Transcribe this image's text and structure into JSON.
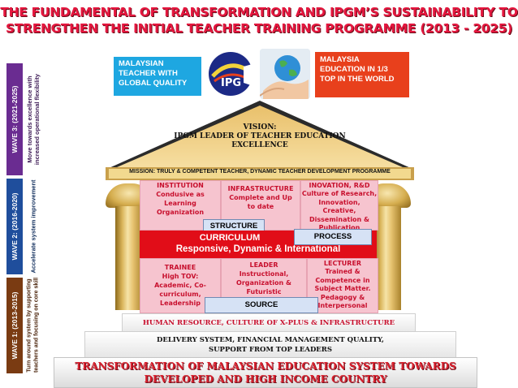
{
  "title": {
    "line1": "THE FUNDAMENTAL OF TRANSFORMATION AND IPGM’S SUSTAINABILITY  TO",
    "line2": "STRENGTHEN THE INITIAL TEACHER TRAINING PROGRAMME (2013 - 2025)"
  },
  "waves": [
    {
      "label": "WAVE 3: (2021-2025)",
      "desc1": "Move towards excellence with",
      "desc2": "increased operational flexibility",
      "color": "#6a2c91"
    },
    {
      "label": "WAVE 2: (2016-2020)",
      "desc1": "Accelerate system improvement",
      "desc2": "",
      "color": "#1f4e9c"
    },
    {
      "label": "WAVE 1: (2013-2015)",
      "desc1": "Turn around system by supporting",
      "desc2": "teachers and focusing on core skills",
      "color": "#7a3b12"
    }
  ],
  "top_boxes": {
    "left": "MALAYSIAN TEACHER WITH GLOBAL QUALITY",
    "right": "MALAYSIA EDUCATION IN 1/3 TOP IN THE WORLD",
    "logo_text": "IPG",
    "left_color": "#1ea7e1",
    "right_color": "#e8401c"
  },
  "roof": {
    "vision_label": "VISION:",
    "vision_text1": "IPGM LEADER OF TEACHER EDUCATION",
    "vision_text2": "EXCELLENCE",
    "mission": "MISSION: TRULY & COMPETENT TEACHER, DYNAMIC TEACHER DEVELOPMENT PROGRAMME"
  },
  "upper_cells": [
    {
      "head": "INSTITUTION",
      "body": "Condusive as Learning Organization"
    },
    {
      "head": "INFRASTRUCTURE",
      "body": "Complete and Up to date"
    },
    {
      "head": "INOVATION, R&D",
      "body": "Culture of Research, Innovation, Creative, Dissemination & Publication"
    }
  ],
  "structure_label": "STRUCTURE",
  "process_label": "PROCESS",
  "curriculum": {
    "title": "CURRICULUM",
    "subtitle": "Responsive, Dynamic & International",
    "color": "#e10d18"
  },
  "lower_cells": [
    {
      "head": "TRAINEE",
      "body": "High TOV: Academic, Co-curriculum, Leadership"
    },
    {
      "head": "LEADER",
      "body": "Instructional, Organization & Futuristic"
    },
    {
      "head": "LECTURER",
      "body": "Trained & Competence in Subject Matter. Pedagogy & Interpersonal"
    }
  ],
  "source_label": "SOURCE",
  "steps": {
    "step1": "HUMAN RESOURCE, CULTURE OF X-PLUS & INFRASTRUCTURE",
    "step2_line1": "DELIVERY SYSTEM, FINANCIAL MANAGEMENT QUALITY,",
    "step2_line2": "SUPPORT FROM TOP LEADERS",
    "step3_line1": "TRANSFORMATION OF MALAYSIAN EDUCATION SYSTEM TOWARDS",
    "step3_line2": "DEVELOPED AND HIGH INCOME COUNTRY"
  }
}
